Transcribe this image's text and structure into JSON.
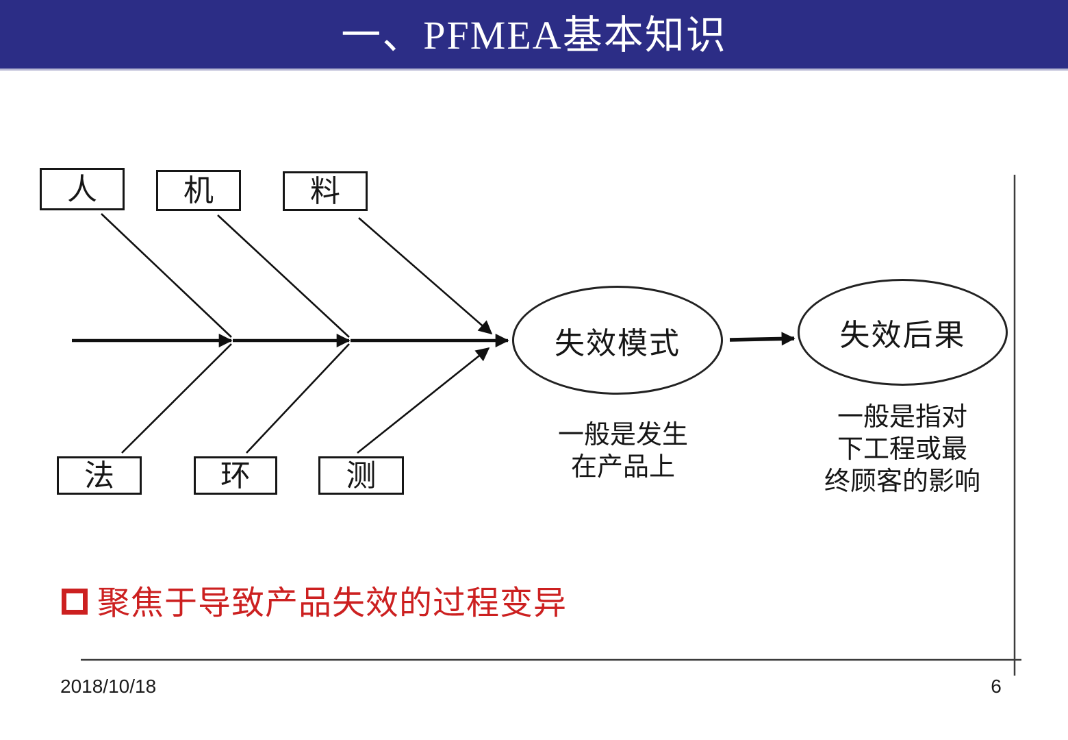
{
  "header": {
    "title": "一、PFMEA基本知识"
  },
  "colors": {
    "header_bg": "#2C2D86",
    "header_border": "#b8b8d4",
    "accent_red": "#CC2020",
    "line_black": "#161616",
    "frame_gray": "#3c3c3c"
  },
  "fishbone": {
    "top_categories": [
      "人",
      "机",
      "料"
    ],
    "bottom_categories": [
      "法",
      "环",
      "测"
    ],
    "failure_mode_label": "失效模式",
    "failure_effect_label": "失效后果",
    "mode_note_lines": [
      "一般是发生",
      "在产品上"
    ],
    "effect_note_lines": [
      "一般是指对",
      "下工程或最",
      "终顾客的影响"
    ]
  },
  "bullet": {
    "text": "聚焦于导致产品失效的过程变异"
  },
  "footer": {
    "date": "2018/10/18",
    "page": "6"
  }
}
